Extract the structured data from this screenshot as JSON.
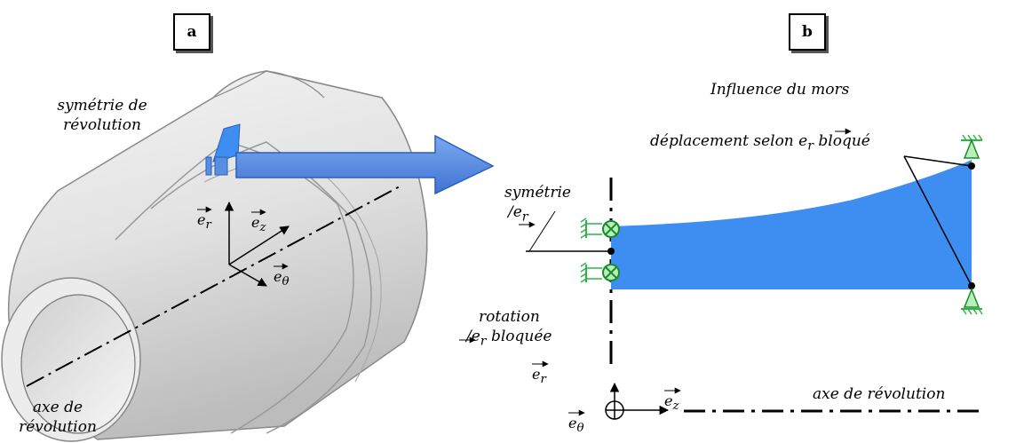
{
  "panels": {
    "a": "a",
    "b": "b"
  },
  "panel_a": {
    "symmetry_note_line1": "symétrie  de",
    "symmetry_note_line2": "révolution",
    "axis_note_line1": "axe de",
    "axis_note_line2": "révolution",
    "basis": {
      "er": "e",
      "er_sub": "r",
      "ez": "e",
      "ez_sub": "z",
      "etheta": "e",
      "etheta_sub": "θ"
    }
  },
  "panel_b": {
    "jaw_note_line1": "Influence du mors",
    "jaw_note_line2_pre": "déplacement selon",
    "jaw_note_line2_vec": "e",
    "jaw_note_line2_sub": "r",
    "jaw_note_line2_post": "bloqué",
    "symmetry_line1": "symétrie",
    "symmetry_line2_pre": "/",
    "symmetry_line2_vec": "e",
    "symmetry_line2_sub": "r",
    "rotation_line1": "rotation",
    "rotation_line2_pre": "/",
    "rotation_line2_vec": "e",
    "rotation_line2_sub": "r",
    "rotation_line2_post": "bloquée",
    "axis_label": "axe de révolution",
    "er_label": "e",
    "er_sub": "r",
    "ez_label": "e",
    "ez_sub": "z",
    "etheta_label": "e",
    "etheta_sub": "θ"
  },
  "colors": {
    "profile_blue": "#3d8ef0",
    "arrow_blue": "#5a8ee0",
    "support_green": "#2fb34a",
    "tube_gray": "#d8d8d8"
  }
}
